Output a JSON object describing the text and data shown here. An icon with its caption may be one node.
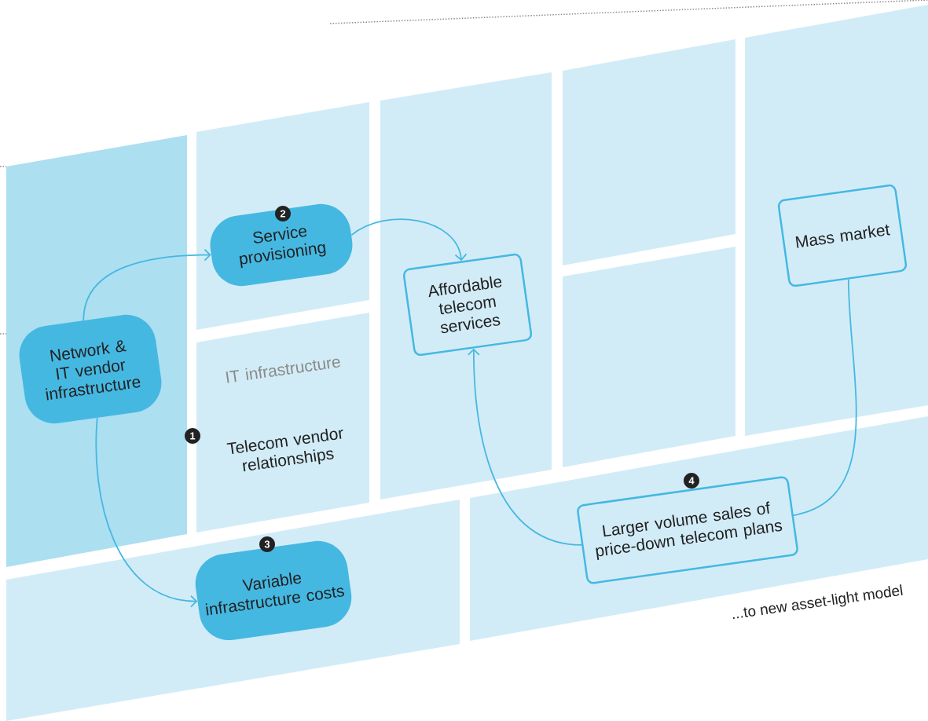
{
  "diagram": {
    "nodes": [
      {
        "text": [
          "Network & IT vendor infrastructure"
        ]
      },
      {
        "text": [
          "Service provisioning"
        ]
      },
      {
        "text": [
          "Affordable telecom services"
        ]
      },
      {
        "text": [
          "Mass market"
        ]
      },
      {
        "text": [
          "Larger volume sales of price-down telecom plans"
        ]
      },
      {
        "text": [
          "Variable infrastructure costs"
        ]
      }
    ],
    "edges": [
      {
        "from": 0,
        "to": 1,
        "arrow": "to"
      },
      {
        "from": 0,
        "to": 5,
        "arrow": "to"
      },
      {
        "from": 1,
        "to": 2,
        "arrow": "to"
      },
      {
        "from": 4,
        "to": 2,
        "arrow": "to"
      },
      {
        "from": 3,
        "to": 4,
        "arrow": "none"
      }
    ],
    "labels": [
      "2",
      "IT infrastructure",
      "1",
      "Telecom vendor relationships",
      "4",
      "3",
      "...to new asset-light model"
    ]
  }
}
